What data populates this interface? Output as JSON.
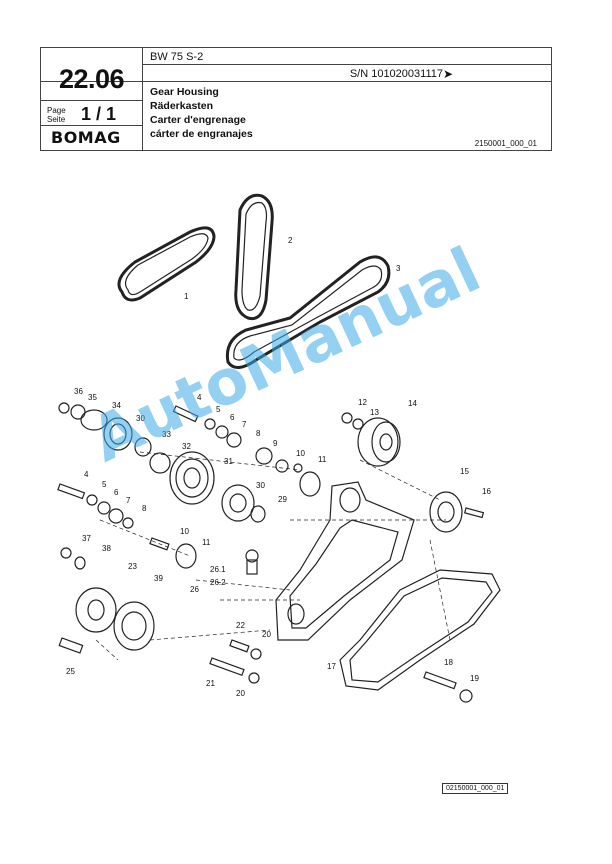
{
  "header": {
    "section_number": "22.06",
    "model": "BW 75 S-2",
    "serial": "S/N 101020031117",
    "serial_arrow": "➤",
    "page_label": "Page\nSeite",
    "page_label_1": "Page",
    "page_label_2": "Seite",
    "page_value": "1 / 1",
    "brand": "BOMAG",
    "titles": [
      "Gear Housing",
      "Räderkasten",
      "Carter d'engrenage",
      "cárter de engranajes"
    ],
    "doc_code": "2150001_000_01"
  },
  "diagram": {
    "callouts": [
      "1",
      "2",
      "3",
      "4",
      "5",
      "6",
      "7",
      "8",
      "9",
      "10",
      "11",
      "12",
      "13",
      "14",
      "15",
      "16",
      "17",
      "18",
      "19",
      "20",
      "20",
      "21",
      "22",
      "23",
      "25",
      "26",
      "26.1",
      "26.2",
      "29",
      "30",
      "30",
      "31",
      "32",
      "33",
      "34",
      "35",
      "36",
      "37",
      "38",
      "39"
    ],
    "figure_code": "02150001_000_01"
  },
  "watermark": "AutoManual"
}
